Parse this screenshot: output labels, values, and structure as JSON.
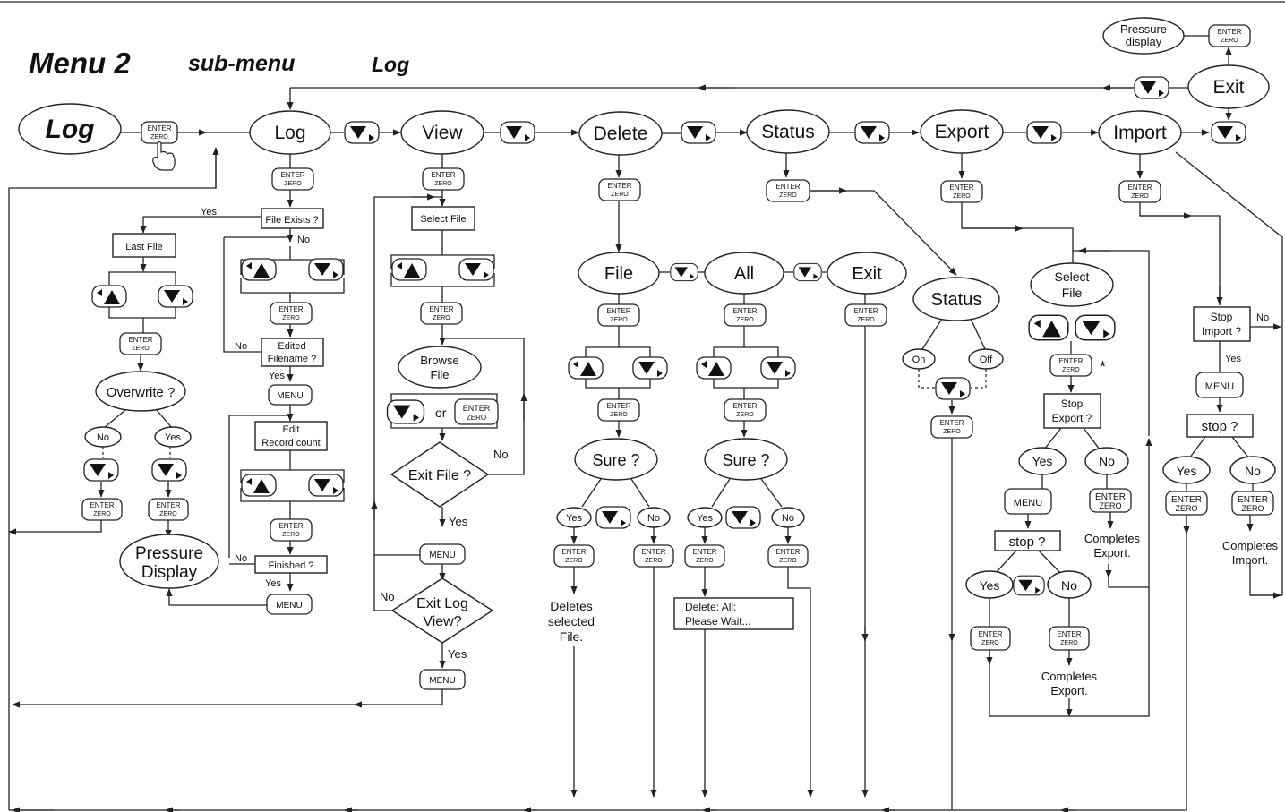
{
  "header": {
    "title": "Menu 2",
    "submenu": "sub-menu",
    "submenu_name": "Log"
  },
  "keys": {
    "enter_top": "ENTER",
    "enter_bottom": "ZERO",
    "menu": "MENU",
    "down_key_icon": "down-arrow-right-key-icon",
    "up_key_icon": "up-arrow-left-key-icon"
  },
  "nodes": {
    "log_entry": "Log",
    "log": "Log",
    "view": "View",
    "delete": "Delete",
    "status": "Status",
    "export": "Export",
    "import": "Import",
    "exit": "Exit",
    "pressure_display_top_1": "Pressure",
    "pressure_display_top_2": "display",
    "log_file_exists": "File Exists ?",
    "log_last_file": "Last File",
    "log_overwrite": "Overwrite ?",
    "log_edited_1": "Edited",
    "log_edited_2": "Filename ?",
    "log_edit_1": "Edit",
    "log_edit_2": "Record count",
    "log_finished": "Finished ?",
    "log_pressure_1": "Pressure",
    "log_pressure_2": "Display",
    "view_select_file": "Select File",
    "view_browse_1": "Browse",
    "view_browse_2": "File",
    "view_or": "or",
    "view_exit_file": "Exit File ?",
    "view_exit_log_1": "Exit Log",
    "view_exit_log_2": "View?",
    "del_file": "File",
    "del_all": "All",
    "del_exit": "Exit",
    "del_sure": "Sure ?",
    "del_deletes_1": "Deletes",
    "del_deletes_2": "selected",
    "del_deletes_3": "File.",
    "del_wait_1": "Delete:  All:",
    "del_wait_2": "Please Wait...",
    "status_node": "Status",
    "status_on": "On",
    "status_off": "Off",
    "exp_select_1": "Select",
    "exp_select_2": "File",
    "exp_asterisk": "*",
    "exp_stop_1": "Stop",
    "exp_stop_2": "Export ?",
    "exp_stop_q": "stop ?",
    "exp_completes_1": "Completes",
    "exp_completes_2": "Export.",
    "imp_stop_1": "Stop",
    "imp_stop_2": "Import ?",
    "imp_stop_q": "stop ?",
    "imp_completes_1": "Completes",
    "imp_completes_2": "Import."
  },
  "labels": {
    "yes": "Yes",
    "no": "No"
  }
}
